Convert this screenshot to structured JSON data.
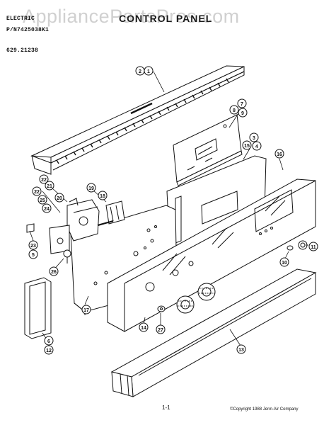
{
  "header": {
    "watermark": "AppliancePartsPros.com",
    "title": "CONTROL PANEL",
    "model_line_1": "ELECTRIC",
    "model_line_2": "P/N7425038K1",
    "reference": "629.21238"
  },
  "callouts": [
    "1",
    "2",
    "3",
    "4",
    "5",
    "6",
    "7",
    "8",
    "9",
    "10",
    "11",
    "12",
    "13",
    "14",
    "15",
    "16",
    "17",
    "18",
    "19",
    "20",
    "21",
    "22",
    "23",
    "24",
    "25",
    "26",
    "27"
  ],
  "footer": {
    "page": "1-1",
    "copyright": "©Copyright 1988 Jenn-Air Company"
  }
}
